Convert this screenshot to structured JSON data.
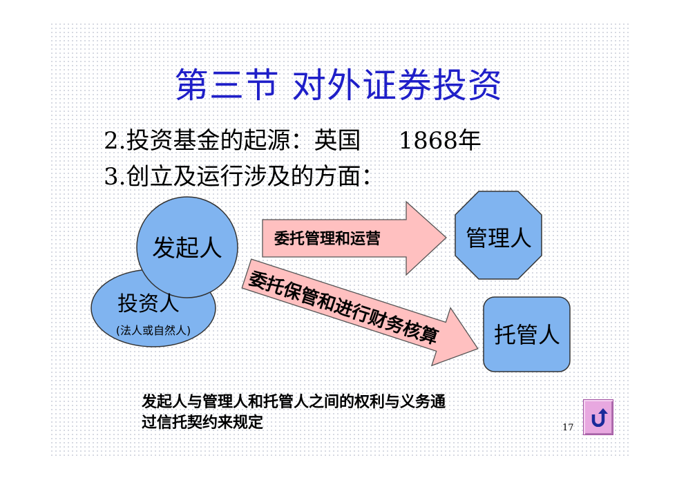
{
  "slide": {
    "title": "第三节 对外证券投资",
    "line1": "2.投资基金的起源：英国     1868年",
    "line2": "3.创立及运行涉及的方面："
  },
  "diagram": {
    "sponsor": "发起人",
    "investor": "投资人",
    "investor_note": "(法人或自然人)",
    "manager": "管理人",
    "custodian": "托管人",
    "arrow_manage": "委托管理和运营",
    "arrow_custody": "委托保管和进行财务核算"
  },
  "note": {
    "line1": "发起人与管理人和托管人之间的权利与义务通",
    "line2": "过信托契约来规定"
  },
  "page_number": "17",
  "colors": {
    "title": "#1f1fc8",
    "shape_fill": "#80b4f0",
    "arrow_fill": "#ffc0c0"
  },
  "icons": {
    "back": "u-turn-arrow-icon"
  }
}
